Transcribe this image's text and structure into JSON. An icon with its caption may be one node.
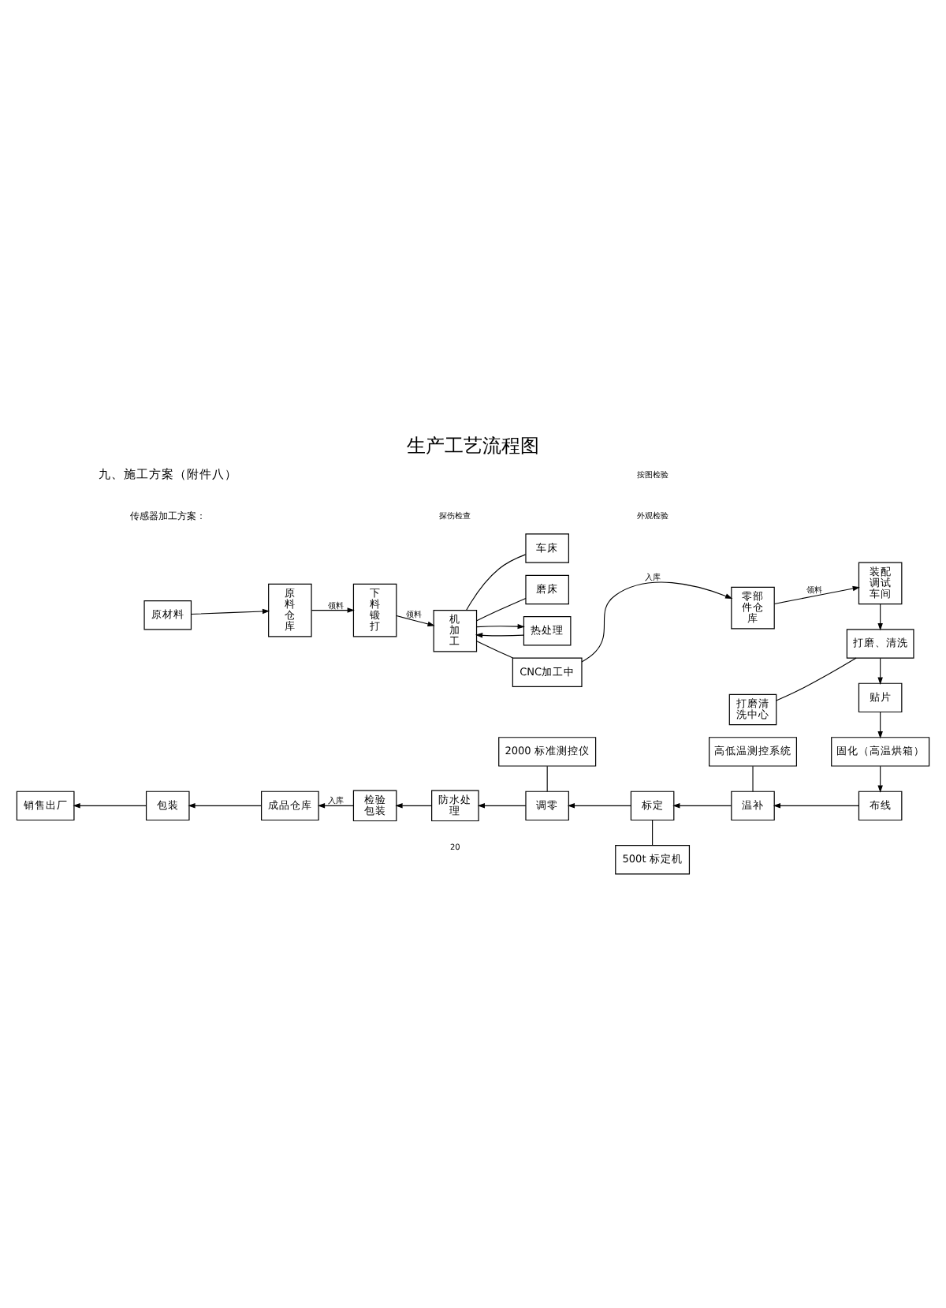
{
  "diagram": {
    "title": "生产工艺流程图",
    "nodes": [
      {
        "text": [
          "原材料"
        ]
      },
      {
        "text": [
          "原料仓库"
        ]
      },
      {
        "text": [
          "下料锻打"
        ]
      },
      {
        "text": [
          "机加工"
        ]
      },
      {
        "text": [
          "车床"
        ]
      },
      {
        "text": [
          "CNC加工中"
        ]
      },
      {
        "text": [
          "磨床"
        ]
      },
      {
        "text": [
          "热处理"
        ]
      },
      {
        "text": [
          "零部件仓库"
        ]
      },
      {
        "text": [
          "装配调试车间"
        ]
      },
      {
        "text": [
          "打磨清洗中心"
        ]
      },
      {
        "text": [
          "打磨、清洗"
        ]
      },
      {
        "text": [
          "贴片"
        ]
      },
      {
        "text": [
          "固化（高温烘箱）"
        ]
      },
      {
        "text": [
          "布线"
        ]
      },
      {
        "text": [
          "温补"
        ]
      },
      {
        "text": [
          "高低温测控系统"
        ]
      },
      {
        "text": [
          "标定"
        ]
      },
      {
        "text": [
          "500t 标定机"
        ]
      },
      {
        "text": [
          "调零"
        ]
      },
      {
        "text": [
          "2000 标准测控仪"
        ]
      },
      {
        "text": [
          "防水处理"
        ]
      },
      {
        "text": [
          "检验包装"
        ]
      },
      {
        "text": [
          "成品仓库"
        ]
      },
      {
        "text": [
          "包装"
        ]
      },
      {
        "text": [
          "销售出厂"
        ]
      }
    ],
    "edges": [
      {
        "from": 0,
        "to": 1,
        "arrow": "to"
      },
      {
        "from": 1,
        "to": 2,
        "arrow": "to",
        "label": "领料"
      },
      {
        "from": 2,
        "to": 3,
        "arrow": "to",
        "label": "领料"
      },
      {
        "from": 3,
        "to": 4,
        "arrow": "none"
      },
      {
        "from": 3,
        "to": 5,
        "arrow": "none"
      },
      {
        "from": 3,
        "to": 6,
        "arrow": "none"
      },
      {
        "from": 3,
        "to": 7,
        "arrow": "to"
      },
      {
        "from": 7,
        "to": 3,
        "arrow": "to"
      },
      {
        "from": 5,
        "to": 8,
        "arrow": "to",
        "label": "入库"
      },
      {
        "from": 8,
        "to": 9,
        "arrow": "to",
        "label": "领料"
      },
      {
        "from": 9,
        "to": 11,
        "arrow": "to"
      },
      {
        "from": 10,
        "to": 11,
        "arrow": "none"
      },
      {
        "from": 11,
        "to": 12,
        "arrow": "to"
      },
      {
        "from": 12,
        "to": 13,
        "arrow": "to"
      },
      {
        "from": 13,
        "to": 14,
        "arrow": "to"
      },
      {
        "from": 14,
        "to": 15,
        "arrow": "to"
      },
      {
        "from": 16,
        "to": 15,
        "arrow": "none"
      },
      {
        "from": 15,
        "to": 17,
        "arrow": "to"
      },
      {
        "from": 17,
        "to": 18,
        "arrow": "none"
      },
      {
        "from": 17,
        "to": 19,
        "arrow": "to"
      },
      {
        "from": 20,
        "to": 19,
        "arrow": "none"
      },
      {
        "from": 19,
        "to": 21,
        "arrow": "to"
      },
      {
        "from": 21,
        "to": 22,
        "arrow": "to"
      },
      {
        "from": 22,
        "to": 23,
        "arrow": "to",
        "label": "入库"
      },
      {
        "from": 23,
        "to": 24,
        "arrow": "to"
      },
      {
        "from": 24,
        "to": 25,
        "arrow": "to"
      }
    ],
    "labels": [
      "九、施工方案（附件八）",
      "传感器加工方案：",
      "按图检验",
      "外观检验",
      "探伤检查",
      "20"
    ]
  }
}
